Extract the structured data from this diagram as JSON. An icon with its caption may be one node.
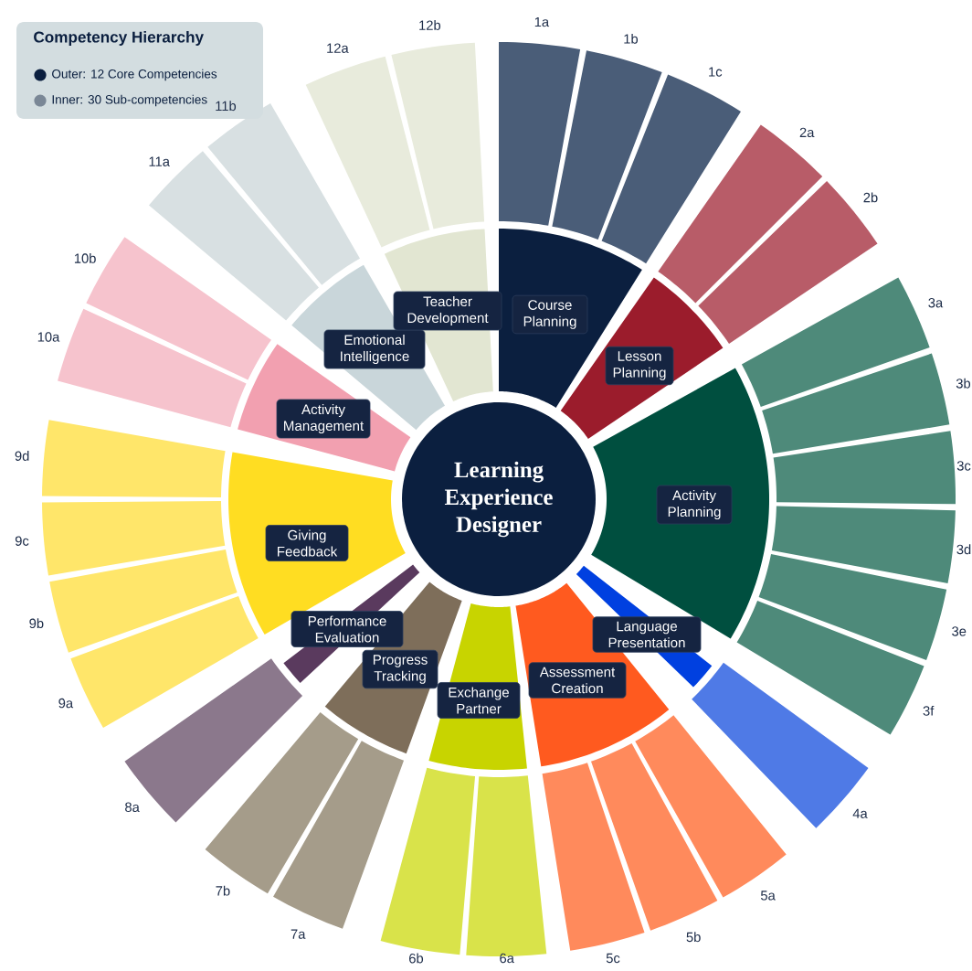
{
  "diagram": {
    "title": "Competency Hierarchy",
    "nodes": [
      {
        "text": [
          "Learning Experience Designer"
        ]
      },
      {
        "text": [
          "Course Planning"
        ]
      },
      {
        "text": [
          "Lesson Planning"
        ]
      },
      {
        "text": [
          "Activity Planning"
        ]
      },
      {
        "text": [
          "Language Presentation"
        ]
      },
      {
        "text": [
          "Assessment Creation"
        ]
      },
      {
        "text": [
          "Exchange Partner"
        ]
      },
      {
        "text": [
          "Progress Tracking"
        ]
      },
      {
        "text": [
          "Performance Evaluation"
        ]
      },
      {
        "text": [
          "Giving Feedback"
        ]
      },
      {
        "text": [
          "Activity Management"
        ]
      },
      {
        "text": [
          "Emotional Intelligence"
        ]
      },
      {
        "text": [
          "Teacher Development"
        ]
      },
      {
        "text": [],
        "shape": "bar",
        "beside": [
          "1a"
        ]
      },
      {
        "text": [],
        "shape": "bar",
        "beside": [
          "1b"
        ]
      },
      {
        "text": [],
        "shape": "bar",
        "beside": [
          "1c"
        ]
      },
      {
        "text": [],
        "shape": "bar",
        "beside": [
          "2a"
        ]
      },
      {
        "text": [],
        "shape": "bar",
        "beside": [
          "2b"
        ]
      },
      {
        "text": [],
        "shape": "bar",
        "beside": [
          "3a"
        ]
      },
      {
        "text": [],
        "shape": "bar",
        "beside": [
          "3b"
        ]
      },
      {
        "text": [],
        "shape": "bar",
        "beside": [
          "3c"
        ]
      },
      {
        "text": [],
        "shape": "bar",
        "beside": [
          "3d"
        ]
      },
      {
        "text": [],
        "shape": "bar",
        "beside": [
          "3e"
        ]
      },
      {
        "text": [],
        "shape": "bar",
        "beside": [
          "3f"
        ]
      },
      {
        "text": [],
        "shape": "bar",
        "beside": [
          "4a"
        ]
      },
      {
        "text": [],
        "shape": "bar",
        "beside": [
          "5a"
        ]
      },
      {
        "text": [],
        "shape": "bar",
        "beside": [
          "5b"
        ]
      },
      {
        "text": [],
        "shape": "bar",
        "beside": [
          "5c"
        ]
      },
      {
        "text": [],
        "shape": "bar",
        "beside": [
          "6a"
        ]
      },
      {
        "text": [],
        "shape": "bar",
        "beside": [
          "6b"
        ]
      },
      {
        "text": [],
        "shape": "bar",
        "beside": [
          "7a"
        ]
      },
      {
        "text": [],
        "shape": "bar",
        "beside": [
          "7b"
        ]
      },
      {
        "text": [],
        "shape": "bar",
        "beside": [
          "8a"
        ]
      },
      {
        "text": [],
        "shape": "bar",
        "beside": [
          "9a"
        ]
      },
      {
        "text": [],
        "shape": "bar",
        "beside": [
          "9b"
        ]
      },
      {
        "text": [],
        "shape": "bar",
        "beside": [
          "9c"
        ]
      },
      {
        "text": [],
        "shape": "bar",
        "beside": [
          "9d"
        ]
      },
      {
        "text": [],
        "shape": "bar",
        "beside": [
          "10a"
        ]
      },
      {
        "text": [],
        "shape": "bar",
        "beside": [
          "10b"
        ]
      },
      {
        "text": [],
        "shape": "bar",
        "beside": [
          "11a"
        ]
      },
      {
        "text": [],
        "shape": "bar",
        "beside": [
          "11b"
        ]
      },
      {
        "text": [],
        "shape": "bar",
        "beside": [
          "12a"
        ]
      },
      {
        "text": [],
        "shape": "bar",
        "beside": [
          "12b"
        ]
      }
    ],
    "legend": [
      {
        "text": "Outer: 12 Core Competencies",
        "color": "#0b1f3f"
      },
      {
        "text": "Inner: 30 Sub-competencies",
        "color": "#7a8796"
      }
    ]
  }
}
